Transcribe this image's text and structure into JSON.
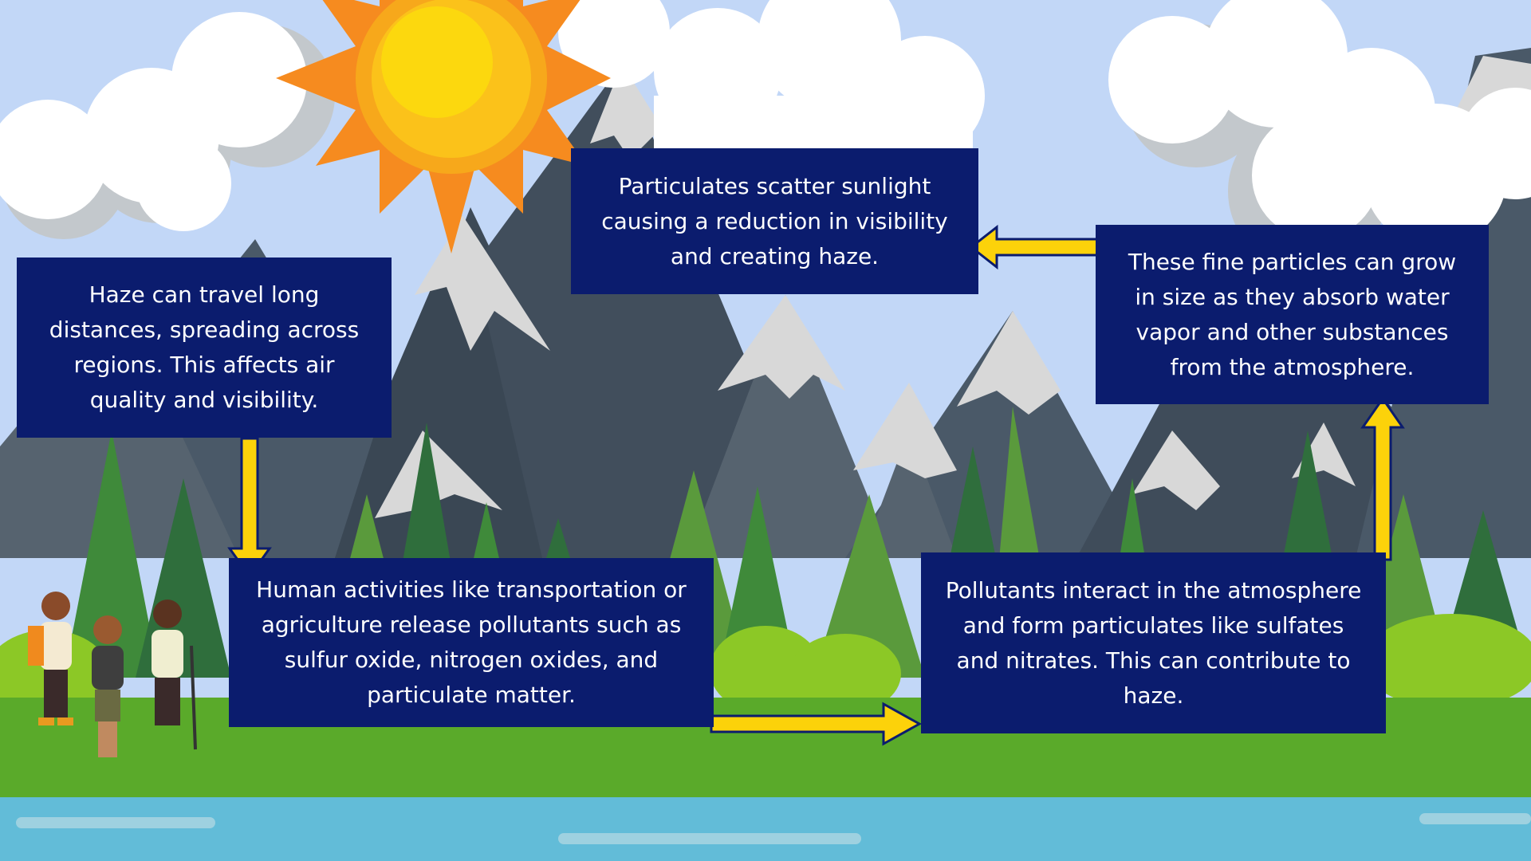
{
  "title": "Haze formation cycle",
  "steps": [
    {
      "id": "scatter",
      "text": "Particulates scatter sunlight causing a reduction in visibility and creating haze."
    },
    {
      "id": "grow",
      "text": "These fine particles can grow in size as they absorb water vapor and other substances from the atmosphere."
    },
    {
      "id": "travel",
      "text": "Haze can travel long distances, spreading across regions. This affects air quality and visibility."
    },
    {
      "id": "human",
      "text": "Human activities like transportation or agriculture release pollutants such as sulfur oxide, nitrogen oxides, and particulate matter."
    },
    {
      "id": "interact",
      "text": "Pollutants interact in the atmosphere and form particulates like sulfates and nitrates. This can contribute to haze."
    }
  ],
  "colors": {
    "box": "#0b1c6e",
    "arrow": "#fcd20a",
    "sky": "#c2d7f7",
    "grass": "#5aaa2a",
    "water": "#62bcd8"
  }
}
